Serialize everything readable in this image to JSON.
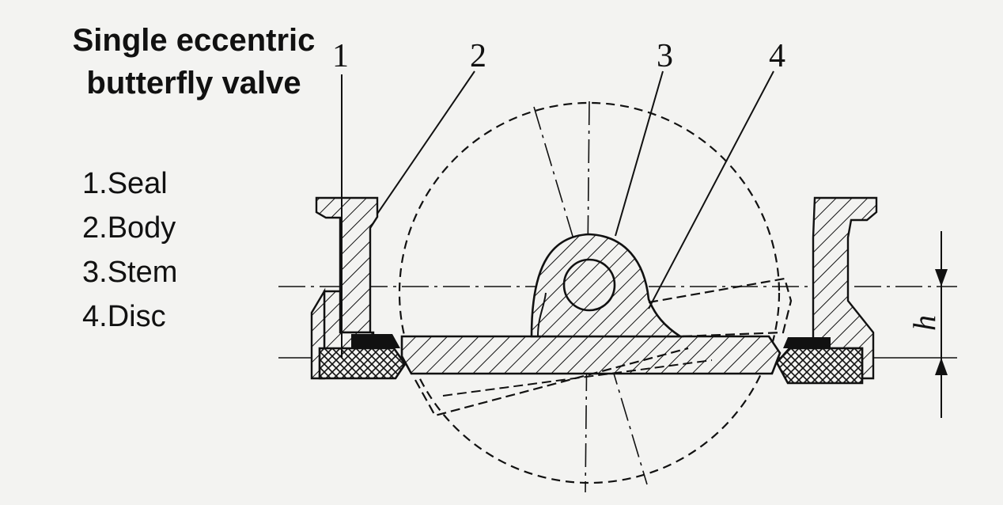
{
  "title": {
    "line1": "Single eccentric",
    "line2": "butterfly valve"
  },
  "legend": [
    {
      "text": "1.Seal"
    },
    {
      "text": "2.Body"
    },
    {
      "text": "3.Stem"
    },
    {
      "text": "4.Disc"
    }
  ],
  "callouts": [
    "1",
    "2",
    "3",
    "4"
  ],
  "dimension": {
    "label": "h"
  },
  "colors": {
    "ink": "#111111",
    "paper": "#f3f3f1"
  }
}
